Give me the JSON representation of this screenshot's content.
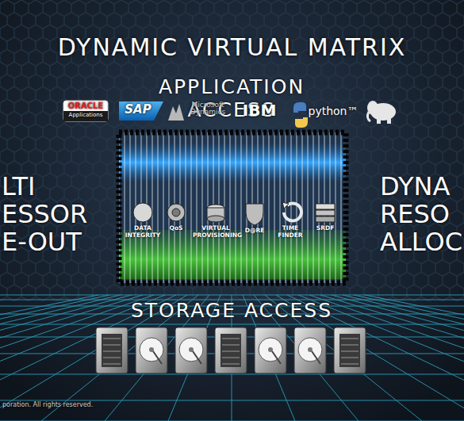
{
  "diagram": {
    "title": "DYNAMIC VIRTUAL MATRIX",
    "labels": [
      "APPLICATION ACCESS",
      "ORACLE",
      "Applications",
      "SAP",
      "Microsoft Dynamics",
      "IBM",
      "python™",
      "LTI ESSOR E-OUT",
      "DYNA RESO ALLOC",
      "DATA INTEGRITY",
      "QoS",
      "VIRTUAL PROVISIONING",
      "D@RE",
      "TIME FINDER",
      "SRDF",
      "STORAGE ACCESS",
      "poration. All rights reserved."
    ]
  }
}
